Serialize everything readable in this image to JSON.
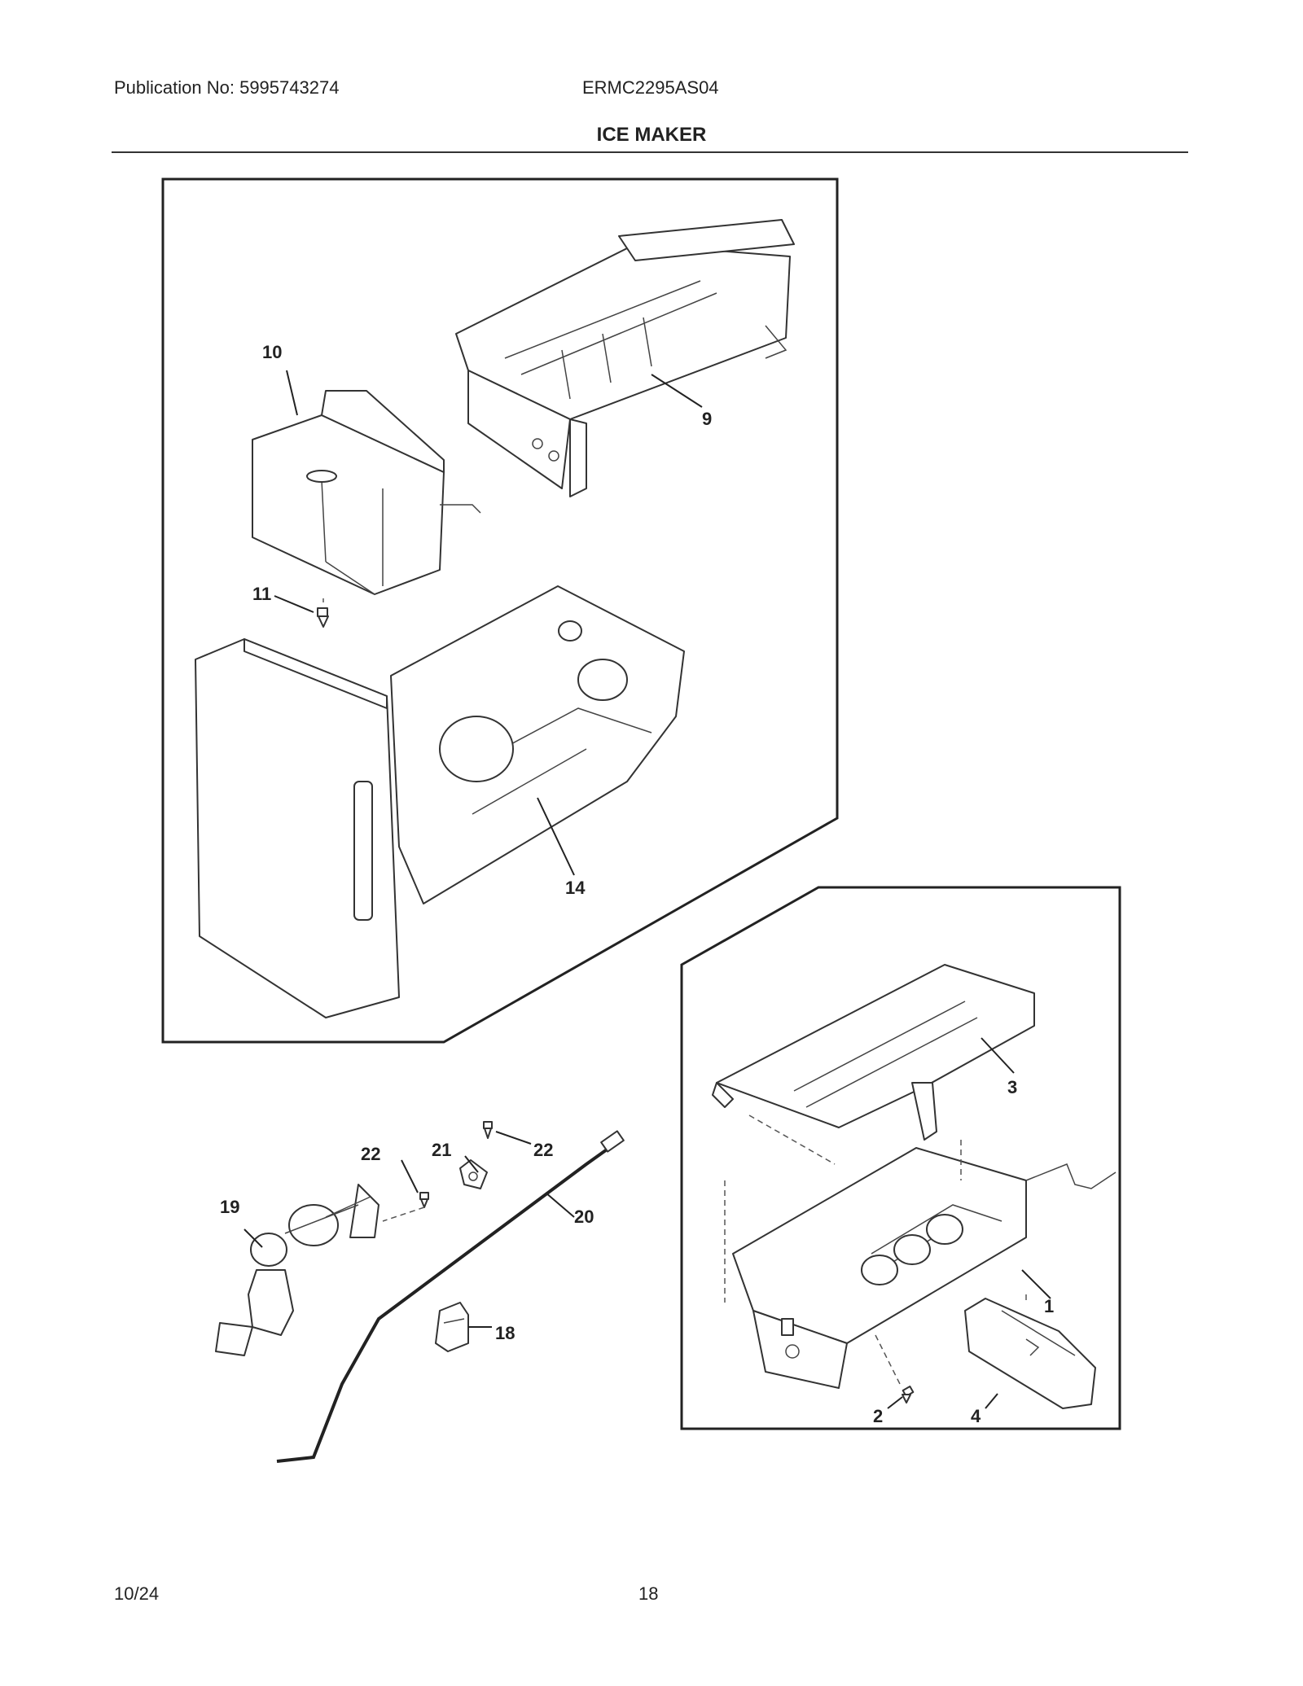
{
  "header": {
    "publication": "Publication No: 5995743274",
    "model": "ERMC2295AS04",
    "title": "ICE MAKER"
  },
  "footer": {
    "date": "10/24",
    "page": "18"
  },
  "callouts": {
    "p1": "1",
    "p2": "2",
    "p3": "3",
    "p4": "4",
    "p9": "9",
    "p10": "10",
    "p11": "11",
    "p14": "14",
    "p18": "18",
    "p19": "19",
    "p20": "20",
    "p21": "21",
    "p22a": "22",
    "p22b": "22"
  }
}
